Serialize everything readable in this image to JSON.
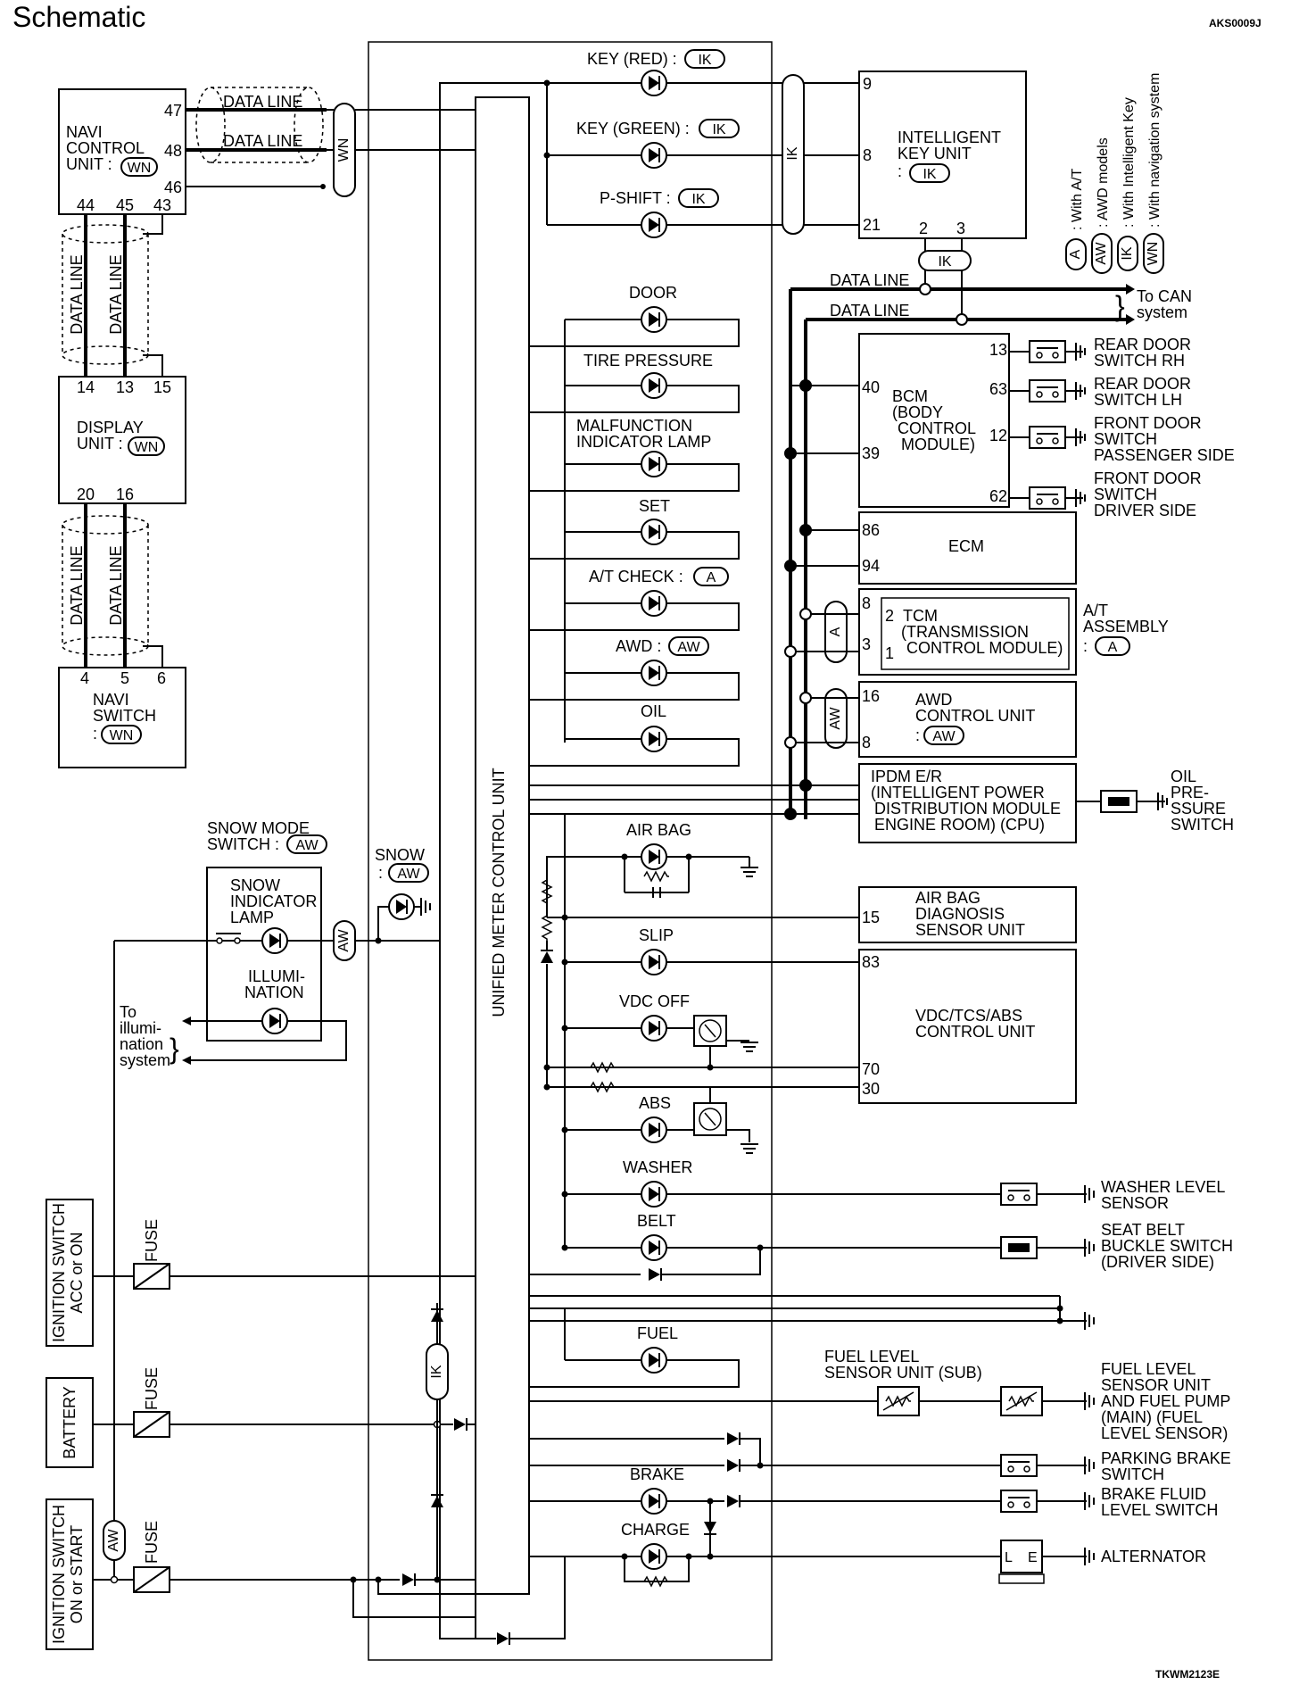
{
  "header": {
    "title": "Schematic",
    "code": "AKS0009J",
    "footer_code": "TKWM2123E"
  },
  "legend": [
    {
      "badge": "A",
      "text": ": With A/T"
    },
    {
      "badge": "AW",
      "text": ": AWD models"
    },
    {
      "badge": "IK",
      "text": ": With Intelligent Key"
    },
    {
      "badge": "WN",
      "text": ": With navigation system"
    }
  ],
  "wires": {
    "data_line": "DATA LINE",
    "to_can_1": "To CAN",
    "to_can_2": "system"
  },
  "central": {
    "meter_unit": "UNIFIED METER CONTROL UNIT"
  },
  "navi": {
    "control_unit": {
      "l1": "NAVI",
      "l2": "CONTROL",
      "l3": "UNIT :",
      "badge": "WN",
      "pins": [
        "47",
        "48",
        "46",
        "44",
        "45",
        "43"
      ]
    },
    "display_unit": {
      "l1": "DISPLAY",
      "l2": "UNIT :",
      "badge": "WN",
      "pins_top": [
        "14",
        "13",
        "15"
      ],
      "pins_bottom": [
        "20",
        "16"
      ]
    },
    "navi_switch": {
      "l1": "NAVI",
      "l2": "SWITCH",
      "l3": ":",
      "badge": "WN",
      "pins": [
        "4",
        "5",
        "6"
      ]
    },
    "wn_badge": "WN"
  },
  "indicators": {
    "key_red": {
      "label": "KEY (RED) :",
      "badge": "IK"
    },
    "key_green": {
      "label": "KEY (GREEN) :",
      "badge": "IK"
    },
    "p_shift": {
      "label": "P-SHIFT :",
      "badge": "IK"
    },
    "door": "DOOR",
    "tire": "TIRE PRESSURE",
    "mil_1": "MALFUNCTION",
    "mil_2": "INDICATOR LAMP",
    "set": "SET",
    "at_check": {
      "label": "A/T CHECK :",
      "badge": "A"
    },
    "awd": {
      "label": "AWD :",
      "badge": "AW"
    },
    "oil": "OIL",
    "airbag": "AIR BAG",
    "slip": "SLIP",
    "vdc_off": "VDC OFF",
    "abs": "ABS",
    "washer": "WASHER",
    "belt": "BELT",
    "fuel": "FUEL",
    "brake": "BRAKE",
    "charge": "CHARGE",
    "ik_badge": "IK"
  },
  "units": {
    "intelligent_key": {
      "l1": "INTELLIGENT",
      "l2": "KEY UNIT",
      "l3": ":",
      "badge": "IK",
      "pins": [
        "9",
        "8",
        "21",
        "2",
        "3"
      ],
      "ik_badge": "IK"
    },
    "bcm": {
      "l1": "BCM",
      "l2": "(BODY",
      "l3": "CONTROL",
      "l4": "MODULE)",
      "pins": [
        "40",
        "39",
        "13",
        "63",
        "12",
        "62"
      ]
    },
    "ecm": {
      "name": "ECM",
      "pins": [
        "86",
        "94"
      ]
    },
    "tcm": {
      "l1": "TCM",
      "l2": "(TRANSMISSION",
      "l3": "CONTROL MODULE)",
      "pins": [
        "8",
        "3",
        "2",
        "1"
      ],
      "badge": "A"
    },
    "at_assembly": {
      "l1": "A/T",
      "l2": "ASSEMBLY",
      "l3": ":",
      "badge": "A"
    },
    "awd_unit": {
      "l1": "AWD",
      "l2": "CONTROL UNIT",
      "l3": ":",
      "badge": "AW",
      "pins": [
        "16",
        "8"
      ],
      "side_badge": "AW"
    },
    "ipdm": {
      "l1": "IPDM E/R",
      "l2": "(INTELLIGENT POWER",
      "l3": "DISTRIBUTION MODULE",
      "l4": "ENGINE ROOM) (CPU)"
    },
    "airbag_unit": {
      "l1": "AIR BAG",
      "l2": "DIAGNOSIS",
      "l3": "SENSOR UNIT",
      "pin": "15"
    },
    "vdc_unit": {
      "l1": "VDC/TCS/ABS",
      "l2": "CONTROL UNIT",
      "pins": [
        "83",
        "70",
        "30"
      ]
    }
  },
  "switches": {
    "rear_door_rh": {
      "l1": "REAR DOOR",
      "l2": "SWITCH RH"
    },
    "rear_door_lh": {
      "l1": "REAR DOOR",
      "l2": "SWITCH LH"
    },
    "front_door_pass": {
      "l1": "FRONT DOOR",
      "l2": "SWITCH",
      "l3": "PASSENGER SIDE"
    },
    "front_door_drv": {
      "l1": "FRONT DOOR",
      "l2": "SWITCH",
      "l3": "DRIVER SIDE"
    },
    "oil_pressure": {
      "l1": "OIL",
      "l2": "PRE-",
      "l3": "SSURE",
      "l4": "SWITCH"
    },
    "washer_level": {
      "l1": "WASHER LEVEL",
      "l2": "SENSOR"
    },
    "seat_belt": {
      "l1": "SEAT BELT",
      "l2": "BUCKLE SWITCH",
      "l3": "(DRIVER SIDE)"
    },
    "fuel_sub": {
      "l1": "FUEL LEVEL",
      "l2": "SENSOR UNIT (SUB)"
    },
    "fuel_main": {
      "l1": "FUEL LEVEL",
      "l2": "SENSOR UNIT",
      "l3": "AND FUEL PUMP",
      "l4": "(MAIN) (FUEL",
      "l5": "LEVEL SENSOR)"
    },
    "parking_brake": {
      "l1": "PARKING BRAKE",
      "l2": "SWITCH"
    },
    "brake_fluid": {
      "l1": "BRAKE FLUID",
      "l2": "LEVEL SWITCH"
    },
    "alternator": {
      "name": "ALTERNATOR",
      "l": "L",
      "e": "E"
    }
  },
  "snow": {
    "mode_switch": {
      "l1": "SNOW MODE",
      "l2": "SWITCH :",
      "badge": "AW"
    },
    "indicator": {
      "l1": "SNOW",
      "l2": "INDICATOR",
      "l3": "LAMP"
    },
    "illumination": {
      "l1": "ILLUMI-",
      "l2": "NATION"
    },
    "to_illum": {
      "l1": "To",
      "l2": "illumi-",
      "l3": "nation",
      "l4": "system"
    },
    "snow_lamp": {
      "l1": "SNOW",
      "l2": ":",
      "badge": "AW"
    },
    "aw_badge": "AW"
  },
  "power": {
    "ign_acc": {
      "l1": "IGNITION SWITCH",
      "l2": "ACC or ON"
    },
    "battery": "BATTERY",
    "ign_start": {
      "l1": "IGNITION SWITCH",
      "l2": "ON or START"
    },
    "fuse": "FUSE",
    "aw_badge": "AW"
  }
}
